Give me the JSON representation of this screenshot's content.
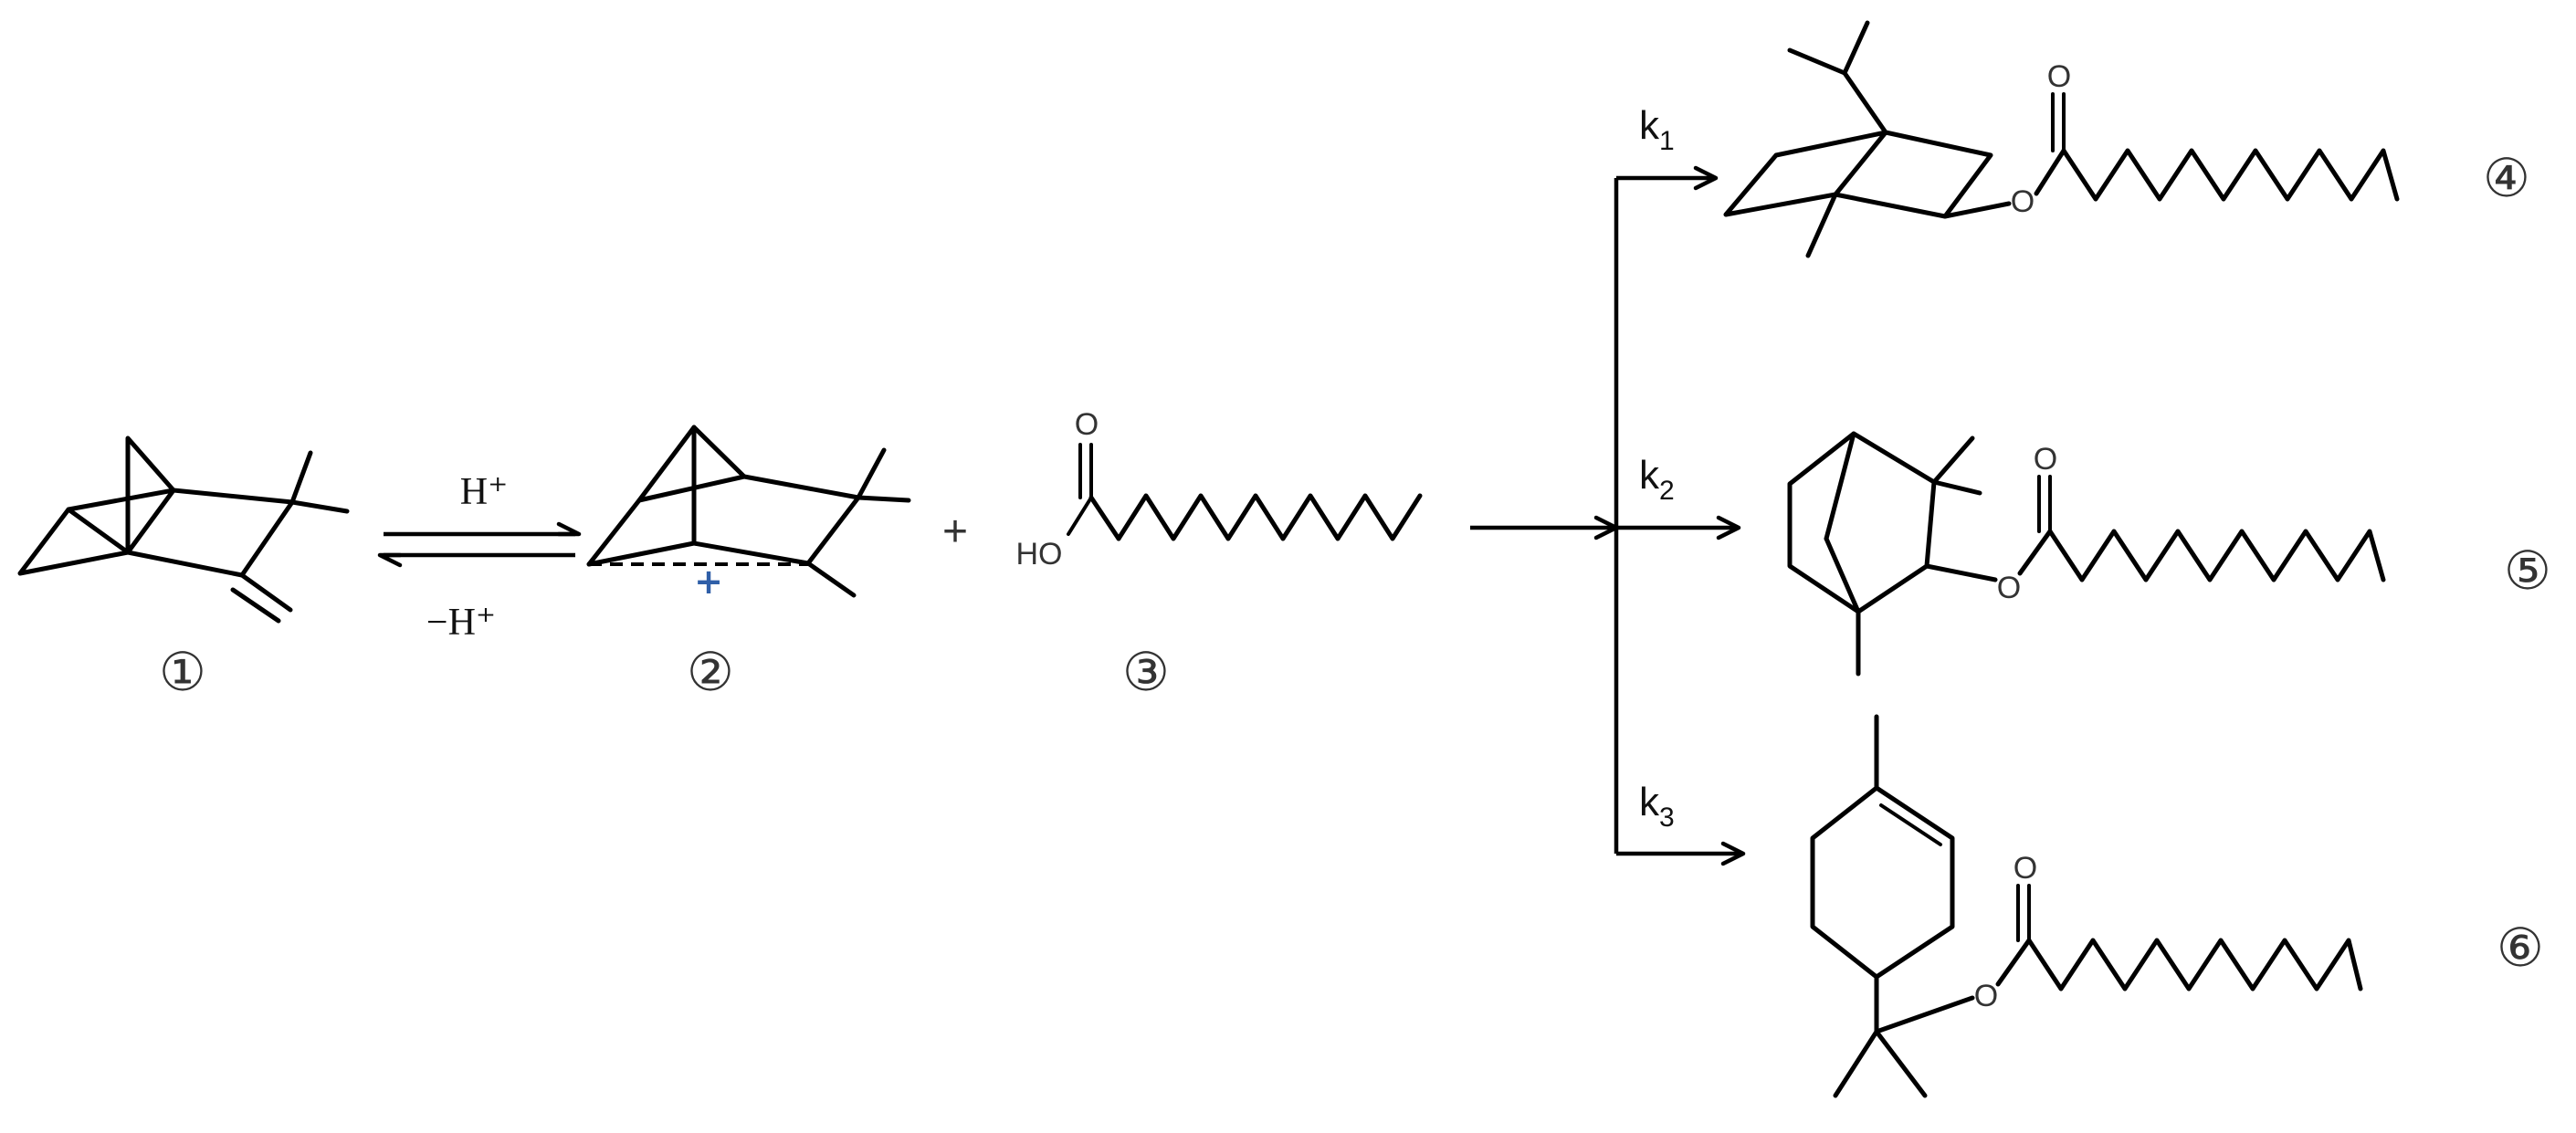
{
  "compounds": {
    "c1": {
      "number": "①"
    },
    "c2": {
      "number": "②"
    },
    "c3": {
      "number": "③",
      "o_label": "O",
      "ho_label": "HO"
    },
    "c4": {
      "number": "④",
      "o_label": "O",
      "ester_o_label": "O"
    },
    "c5": {
      "number": "⑤",
      "o_label": "O",
      "ester_o_label": "O"
    },
    "c6": {
      "number": "⑥",
      "o_label": "O",
      "ester_o_label": "O"
    }
  },
  "equilibrium": {
    "forward_label": "H⁺",
    "reverse_label": "−H⁺"
  },
  "plus_sign": "+",
  "rates": {
    "k1": {
      "main": "k",
      "sub": "1"
    },
    "k2": {
      "main": "k",
      "sub": "2"
    },
    "k3": {
      "main": "k",
      "sub": "3"
    }
  },
  "cation_symbol": "+",
  "colors": {
    "bond": "#000000",
    "cation_charge": "#2f5fa8",
    "text": "#333333"
  }
}
